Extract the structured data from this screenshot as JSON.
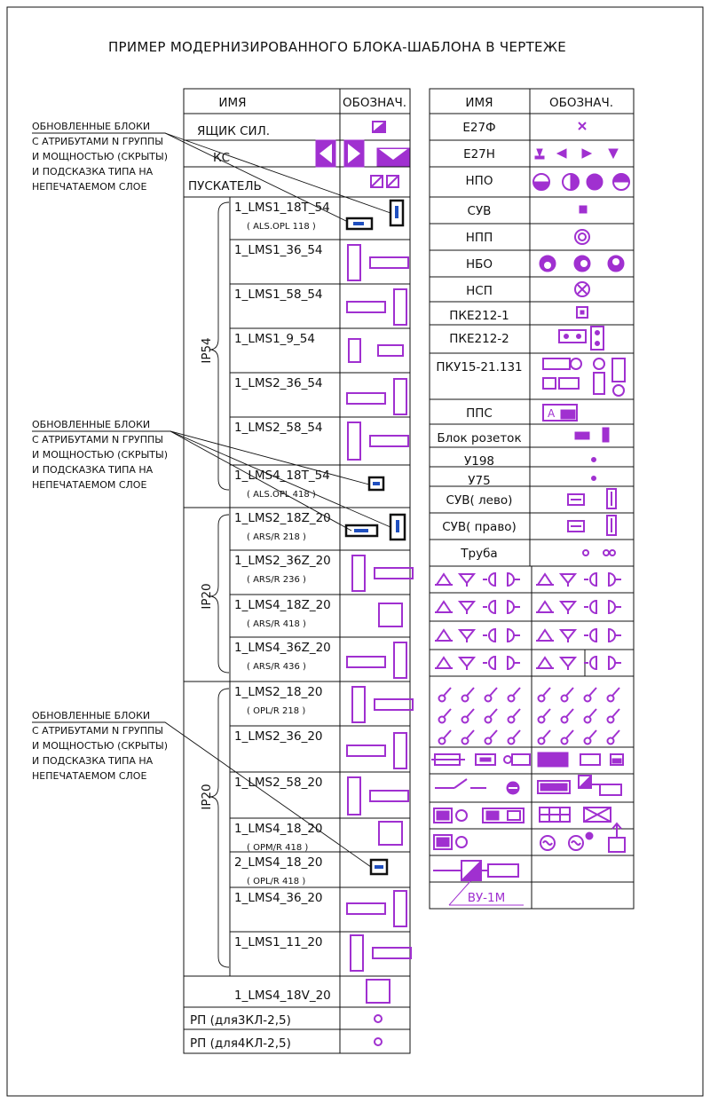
{
  "title": "ПРИМЕР МОДЕРНИЗИРОВАННОГО БЛОКА-ШАБЛОНА В ЧЕРТЕЖЕ",
  "colors": {
    "symbol": "#a030d0",
    "line": "#111111",
    "marker": "#1f4fbf"
  },
  "left_table": {
    "header": {
      "name": "ИМЯ",
      "symbol": "ОБОЗНАЧ."
    },
    "top_rows": [
      {
        "name": "ЯЩИК СИЛ.",
        "symbol": "panel-box-icon"
      },
      {
        "name": "КС",
        "symbol": "triangle-arrows-icon"
      },
      {
        "name": "ПУСКАТЕЛЬ",
        "symbol": "starter-icon"
      }
    ],
    "groups": [
      {
        "label": "IP54",
        "rows": [
          {
            "name": "1_LMS1_18T_54",
            "sub": "( ALS.OPL 118 )",
            "symbol": "block-marker-icon"
          },
          {
            "name": "1_LMS1_36_54",
            "sub": "",
            "symbol": "lamp-rect-icon"
          },
          {
            "name": "1_LMS1_58_54",
            "sub": "",
            "symbol": "lamp-rect-icon"
          },
          {
            "name": "1_LMS1_9_54",
            "sub": "",
            "symbol": "lamp-rect-icon"
          },
          {
            "name": "1_LMS2_36_54",
            "sub": "",
            "symbol": "lamp-rect-icon"
          },
          {
            "name": "1_LMS2_58_54",
            "sub": "",
            "symbol": "lamp-rect-icon"
          },
          {
            "name": "1_LMS4_18T_54",
            "sub": "( ALS.OPL 418 )",
            "symbol": "block-marker-icon"
          }
        ]
      },
      {
        "label": "IP20",
        "rows": [
          {
            "name": "1_LMS2_18Z_20",
            "sub": "( ARS/R 218 )",
            "symbol": "block-marker-icon"
          },
          {
            "name": "1_LMS2_36Z_20",
            "sub": "( ARS/R 236 )",
            "symbol": "lamp-rect-icon"
          },
          {
            "name": "1_LMS4_18Z_20",
            "sub": "( ARS/R 418 )",
            "symbol": "lamp-square-icon"
          },
          {
            "name": "1_LMS4_36Z_20",
            "sub": "( ARS/R 436 )",
            "symbol": "lamp-rect-icon"
          }
        ]
      },
      {
        "label": "IP20",
        "rows": [
          {
            "name": "1_LMS2_18_20",
            "sub": "( OPL/R 218 )",
            "symbol": "lamp-rect-icon"
          },
          {
            "name": "1_LMS2_36_20",
            "sub": "",
            "symbol": "lamp-rect-icon"
          },
          {
            "name": "1_LMS2_58_20",
            "sub": "",
            "symbol": "lamp-rect-icon"
          },
          {
            "name": "1_LMS4_18_20",
            "sub": "( OPM/R 418 )",
            "symbol": "lamp-square-icon"
          },
          {
            "name": "2_LMS4_18_20",
            "sub": "( OPL/R 418 )",
            "symbol": "block-marker-icon"
          },
          {
            "name": "1_LMS4_36_20",
            "sub": "",
            "symbol": "lamp-rect-icon"
          },
          {
            "name": "1_LMS1_11_20",
            "sub": "",
            "symbol": "lamp-rect-icon"
          }
        ]
      }
    ],
    "bottom_rows": [
      {
        "name": "1_LMS4_18V_20",
        "symbol": "lamp-square-icon"
      },
      {
        "name": "РП (для3КЛ-2,5)",
        "symbol": "small-circle-icon"
      },
      {
        "name": "РП (для4КЛ-2,5)",
        "symbol": "small-circle-icon"
      }
    ]
  },
  "notes": [
    {
      "lines": [
        "ОБНОВЛЕННЫЕ БЛОКИ",
        "С АТРИБУТАМИ N ГРУППЫ",
        "И МОЩНОСТЬЮ (СКРЫТЫ)",
        "И ПОДСКАЗКА ТИПА НА",
        "НЕПЕЧАТАЕМОМ СЛОЕ"
      ]
    },
    {
      "lines": [
        "ОБНОВЛЕННЫЕ БЛОКИ",
        "С АТРИБУТАМИ N ГРУППЫ",
        "И МОЩНОСТЬЮ (СКРЫТЫ)",
        "И ПОДСКАЗКА ТИПА НА",
        "НЕПЕЧАТАЕМОМ СЛОЕ"
      ]
    },
    {
      "lines": [
        "ОБНОВЛЕННЫЕ БЛОКИ",
        "С АТРИБУТАМИ N ГРУППЫ",
        "И МОЩНОСТЬЮ (СКРЫТЫ)",
        "И ПОДСКАЗКА ТИПА НА",
        "НЕПЕЧАТАЕМОМ СЛОЕ"
      ]
    }
  ],
  "right_table": {
    "header": {
      "name": "ИМЯ",
      "symbol": "ОБОЗНАЧ."
    },
    "rows": [
      {
        "name": "Е27Ф",
        "symbol": "cross-mark-icon"
      },
      {
        "name": "Е27Н",
        "symbol": "wall-lamp-icon"
      },
      {
        "name": "НПО",
        "symbol": "half-circle-icon"
      },
      {
        "name": "СУВ",
        "symbol": "cross-mark-icon"
      },
      {
        "name": "НПП",
        "symbol": "ring-icon"
      },
      {
        "name": "НБО",
        "symbol": "half-circle-icon"
      },
      {
        "name": "НСП",
        "symbol": "circle-cross-icon"
      },
      {
        "name": "ПКЕ212-1",
        "symbol": "push-button-icon"
      },
      {
        "name": "ПКЕ212-2",
        "symbol": "push-button-icon"
      },
      {
        "name": "ПКУ15-21.131",
        "symbol": "control-post-icon"
      },
      {
        "name": "ППС",
        "symbol": "panel-a-icon"
      },
      {
        "name": "Блок розеток",
        "symbol": "socket-block-icon"
      },
      {
        "name": "У198",
        "symbol": "dot-icon"
      },
      {
        "name": "У75",
        "symbol": "dot-icon"
      },
      {
        "name": "СУВ( лево)",
        "symbol": "exit-sign-icon"
      },
      {
        "name": "СУВ( право)",
        "symbol": "exit-sign-icon"
      },
      {
        "name": "Труба",
        "symbol": "pipe-icon"
      }
    ],
    "footer_label": "ВУ-1М"
  }
}
